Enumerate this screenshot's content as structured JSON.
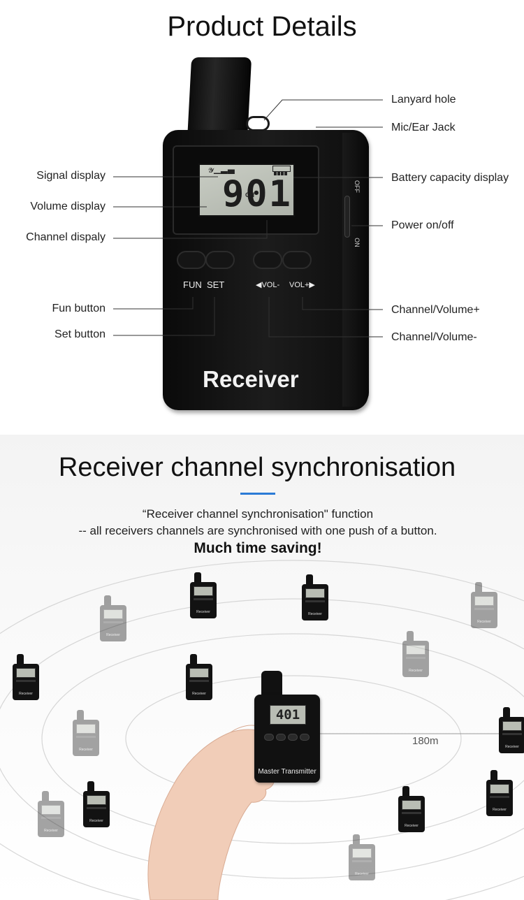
{
  "section1": {
    "title": "Product Details",
    "callouts_left": {
      "signal": "Signal display",
      "volume": "Volume display",
      "channel": "Channel dispaly",
      "fun": "Fun button",
      "set": "Set button"
    },
    "callouts_right": {
      "lanyard": "Lanyard hole",
      "mic": "Mic/Ear Jack",
      "battery": "Battery capacity display",
      "power": "Power on/off",
      "channel_up": "Channel/Volume+",
      "channel_down": "Channel/Volume-"
    },
    "device": {
      "lcd_digits": "901",
      "lcd_ch": "CH",
      "button_fun": "FUN",
      "button_set": "SET",
      "button_vol_down": "◀VOL-",
      "button_vol_up": "VOL+▶",
      "switch_off": "OFF",
      "switch_on": "ON",
      "brand": "Receiver"
    }
  },
  "section2": {
    "title": "Receiver channel synchronisation",
    "accent_color": "#2b7bd6",
    "desc_line1": "“Receiver channel synchronisation\" function",
    "desc_line2": "-- all receivers channels are synchronised with one push of a button.",
    "highlight": "Much time saving!",
    "distance": "180m",
    "transmitter": {
      "lcd": "401",
      "name": "Master Transmitter"
    },
    "receiver_label": "Receiver"
  }
}
